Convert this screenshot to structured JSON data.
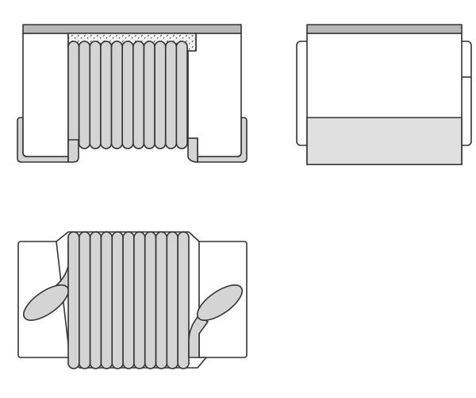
{
  "diagram": {
    "views": [
      "side-view",
      "end-view",
      "bottom-view"
    ],
    "coil_turns": 11,
    "colors": {
      "outline": "#333333",
      "fill_gray": "#d4d4d4",
      "top_bar": "#b8b8b8",
      "background": "#ffffff"
    }
  }
}
